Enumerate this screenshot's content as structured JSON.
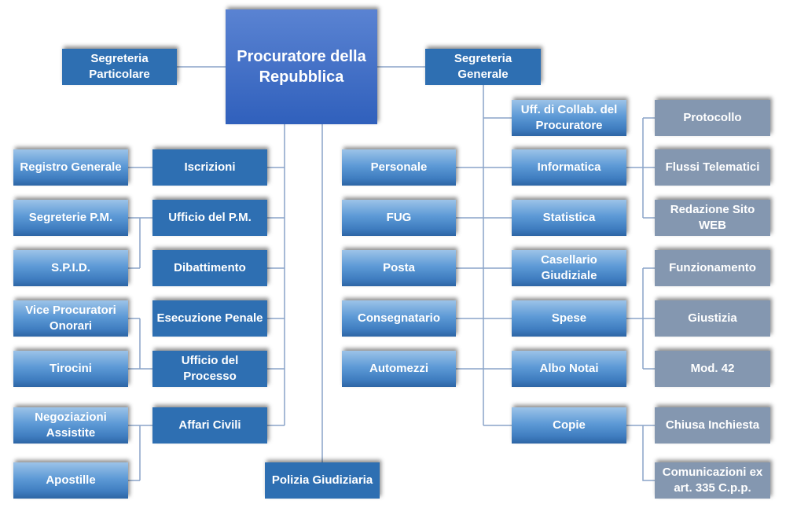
{
  "root": "Procuratore della Repubblica",
  "segreteria_particolare": "Segreteria Particolare",
  "segreteria_generale": "Segreteria Generale",
  "polizia": "Polizia Giudiziaria",
  "left_outer": [
    "Registro Generale",
    "Segreterie P.M.",
    "S.P.I.D.",
    "Vice Procuratori Onorari",
    "Tirocini",
    "Negoziazioni Assistite",
    "Apostille"
  ],
  "left_middle": [
    "Iscrizioni",
    "Ufficio del P.M.",
    "Dibattimento",
    "Esecuzione Penale",
    "Ufficio del Processo",
    "Affari Civili"
  ],
  "center_right": [
    "Personale",
    "FUG",
    "Posta",
    "Consegnatario",
    "Automezzi"
  ],
  "right": [
    "Uff. di Collab. del Procuratore",
    "Informatica",
    "Statistica",
    "Casellario Giudiziale",
    "Spese",
    "Albo Notai",
    "Copie"
  ],
  "grey": [
    "Protocollo",
    "Flussi Telematici",
    "Redazione Sito WEB",
    "Funzionamento",
    "Giustizia",
    "Mod. 42",
    "Chiusa Inchiesta",
    "Comunicazioni ex art. 335 C.p.p."
  ],
  "colors": {
    "dark": "#2e6fb2",
    "grey": "#8497b0",
    "line": "#8aa4c8"
  }
}
